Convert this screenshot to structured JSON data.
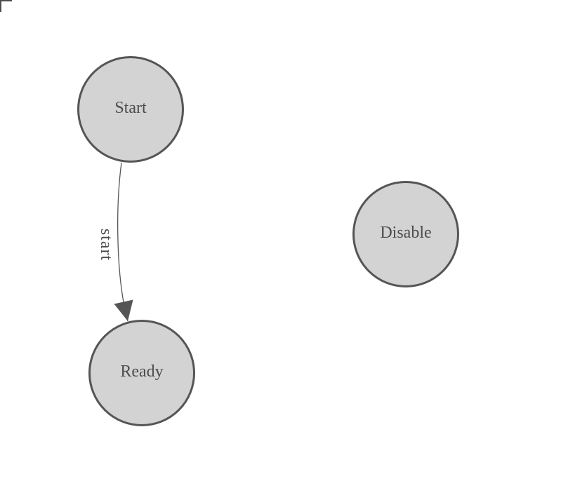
{
  "diagram": {
    "type": "state-diagram",
    "nodes": [
      {
        "id": "start",
        "label": "Start"
      },
      {
        "id": "ready",
        "label": "Ready"
      },
      {
        "id": "disable",
        "label": "Disable"
      }
    ],
    "edges": [
      {
        "from": "start",
        "to": "ready",
        "label": "start"
      }
    ],
    "colors": {
      "canvas_background": "#ffffff",
      "node_fill": "#d3d3d3",
      "node_stroke": "#555555",
      "node_text": "#4d4d4d",
      "edge_stroke": "#555555",
      "arrowhead_fill": "#555555",
      "edge_label_text": "#4d4d4d",
      "corner_mark": "#4d4d4d"
    }
  }
}
